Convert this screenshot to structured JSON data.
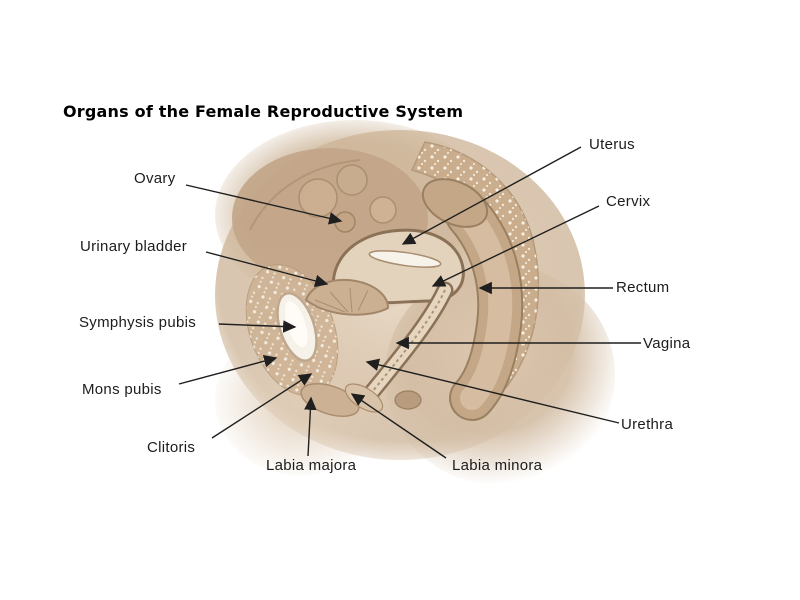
{
  "page": {
    "title": "Organs of the Female Reproductive System",
    "background_color": "#ffffff"
  },
  "diagram": {
    "type": "labeled-anatomy-illustration",
    "subject": "Midsagittal cross-section of the female pelvis",
    "labels": {
      "ovary": "Ovary",
      "urinary_bladder": "Urinary bladder",
      "symphysis_pubis": "Symphysis pubis",
      "mons_pubis": "Mons pubis",
      "clitoris": "Clitoris",
      "labia_majora": "Labia majora",
      "labia_minora": "Labia minora",
      "urethra": "Urethra",
      "vagina": "Vagina",
      "rectum": "Rectum",
      "cervix": "Cervix",
      "uterus": "Uterus"
    },
    "colors": {
      "label_text": "#1c1c1c",
      "leader_line": "#1f1f1f",
      "skin_light": "#e9dbc9",
      "skin_mid": "#d9c4ad",
      "skin_deep": "#c2a584",
      "bone": "#c9ad8d",
      "bone_speckle": "#f6efe2",
      "organ_outline": "#8b7257",
      "highlight_white": "#f7f2e9"
    }
  }
}
